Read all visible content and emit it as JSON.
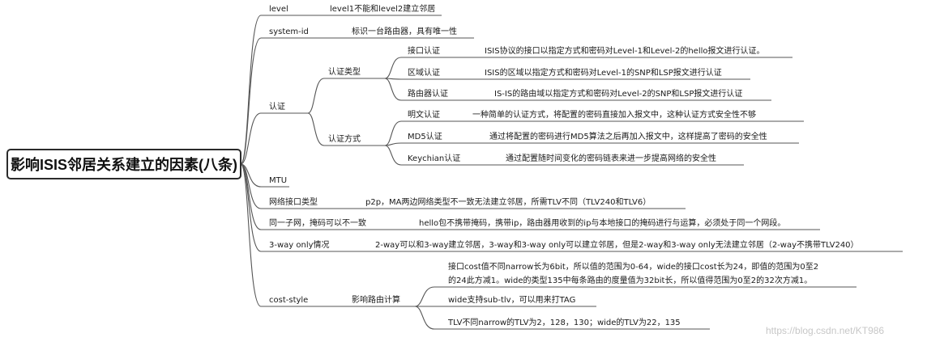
{
  "root": "影响ISIS邻居关系建立的因素(八条)",
  "branches": [
    {
      "label": "level",
      "desc": "level1不能和level2建立邻居"
    },
    {
      "label": "system-id",
      "desc": "标识一台路由器，具有唯一性"
    },
    {
      "label": "认证",
      "groups": [
        {
          "label": "认证类型",
          "items": [
            {
              "label": "接口认证",
              "desc": "ISIS协议的接口以指定方式和密码对Level-1和Level-2的hello报文进行认证。"
            },
            {
              "label": "区域认证",
              "desc": "ISIS的区域以指定方式和密码对Level-1的SNP和LSP报文进行认证"
            },
            {
              "label": "路由器认证",
              "desc": "IS-IS的路由域以指定方式和密码对Level-2的SNP和LSP报文进行认证"
            }
          ]
        },
        {
          "label": "认证方式",
          "items": [
            {
              "label": "明文认证",
              "desc": "一种简单的认证方式，将配置的密码直接加入报文中，这种认证方式安全性不够"
            },
            {
              "label": "MD5认证",
              "desc": "通过将配置的密码进行MD5算法之后再加入报文中，这样提高了密码的安全性"
            },
            {
              "label": "Keychian认证",
              "desc": "通过配置随时间变化的密码链表来进一步提高网络的安全性"
            }
          ]
        }
      ]
    },
    {
      "label": "MTU"
    },
    {
      "label": "网络接口类型",
      "desc": "p2p，MA两边网络类型不一致无法建立邻居，所需TLV不同（TLV240和TLV6）"
    },
    {
      "label": "同一子网，掩码可以不一致",
      "desc": "hello包不携带掩码，携带ip，路由器用收到的ip与本地接口的掩码进行与运算，必须处于同一个网段。"
    },
    {
      "label": "3-way only情况",
      "desc": "2-way可以和3-way建立邻居，3-way和3-way only可以建立邻居，但是2-way和3-way only无法建立邻居（2-way不携带TLV240）"
    },
    {
      "label": "cost-style",
      "groups": [
        {
          "label": "影响路由计算",
          "notes": [
            [
              "接口cost值不同narrow长为6bit，所以值的范围为0-64，wide的接口cost长为24，即值的范围为0至2",
              "的24此方减1。wide的类型135中每条路由的度量值为32bit长，所以值得范围为0至2的32次方减1。"
            ],
            [
              "wide支持sub-tlv，可以用来打TAG"
            ],
            [
              "TLV不同narrow的TLV为2，128，130；wide的TLV为22，135"
            ]
          ]
        }
      ]
    }
  ],
  "watermark": "https://blog.csdn.net/KT986"
}
